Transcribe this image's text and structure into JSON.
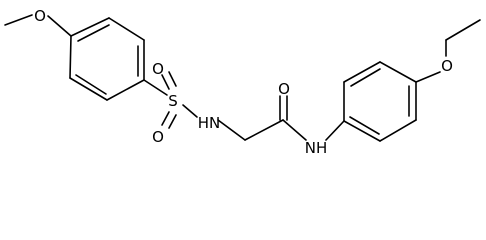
{
  "molecule": {
    "atom_labels": {
      "o_methoxy": "O",
      "s_sulfonyl": "S",
      "o_sulfonyl_top": "O",
      "o_sulfonyl_bottom": "O",
      "hn": "HN",
      "o_amide": "O",
      "nh": "NH",
      "o_ethoxy": "O"
    },
    "colors": {
      "bond": "#000000",
      "label": "#000000",
      "background": "#ffffff"
    }
  }
}
